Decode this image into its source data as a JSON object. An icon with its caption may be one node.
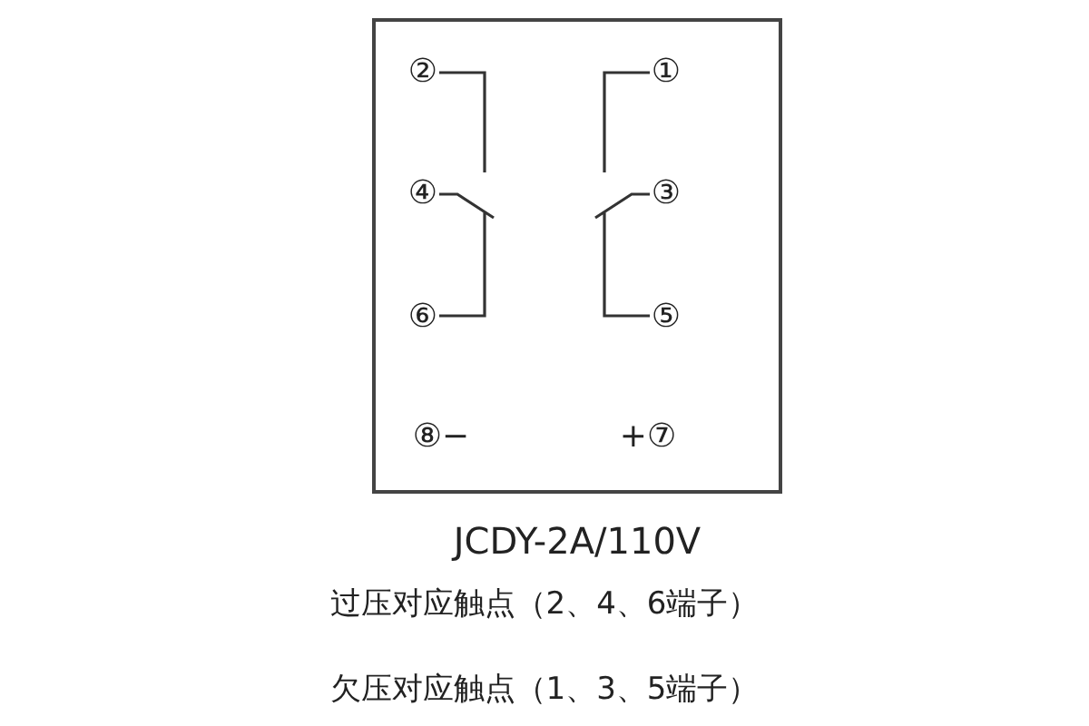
{
  "diagram": {
    "nodes": [
      {
        "text": [],
        "shape": "box",
        "beside": [
          "JCDY-2A/110V"
        ]
      }
    ],
    "edges": [],
    "labels": [
      "②",
      "①",
      "④",
      "③",
      "⑥",
      "⑤",
      "⑧−",
      "+⑦",
      "过压对应触点（2、4、6端子）",
      "欠压对应触点（1、3、5端子）"
    ]
  }
}
